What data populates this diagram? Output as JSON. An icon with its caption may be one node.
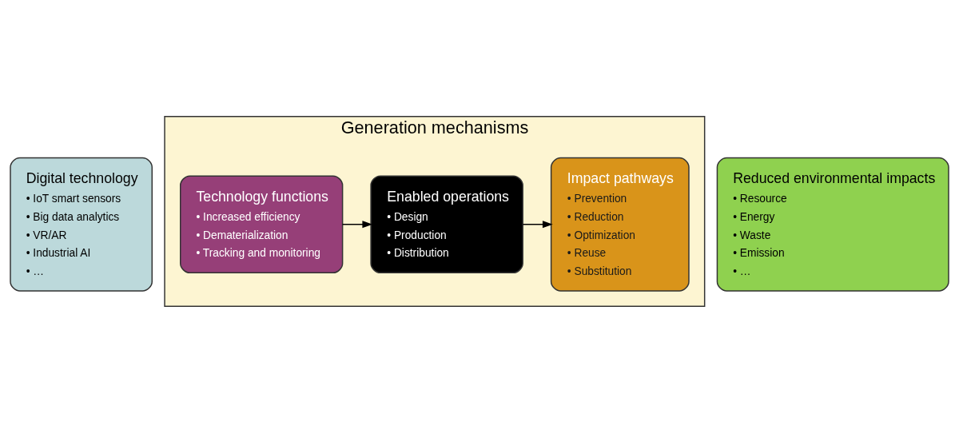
{
  "diagram": {
    "nodes": [
      {
        "text": [
          "Digital technology",
          "• IoT smart sensors",
          "• Big data analytics",
          "• VR/AR",
          "• Industrial AI",
          "• …"
        ]
      },
      {
        "text": [
          "Generation mechanisms"
        ]
      },
      {
        "text": [
          "Technology functions",
          "• Increased efficiency",
          "• Dematerialization",
          "• Tracking and monitoring"
        ],
        "in": 1
      },
      {
        "text": [
          "Enabled operations",
          "• Design",
          "• Production",
          "• Distribution"
        ],
        "in": 1
      },
      {
        "text": [
          "Impact pathways",
          "• Prevention",
          "• Reduction",
          "• Optimization",
          "• Reuse",
          "• Substitution"
        ],
        "in": 1
      },
      {
        "text": [
          "Reduced environmental impacts",
          "• Resource",
          "• Energy",
          "• Waste",
          "• Emission",
          "• …"
        ]
      }
    ],
    "edges": [
      {
        "from": 2,
        "to": 3,
        "arrow": "to"
      },
      {
        "from": 3,
        "to": 4,
        "arrow": "to"
      }
    ]
  }
}
